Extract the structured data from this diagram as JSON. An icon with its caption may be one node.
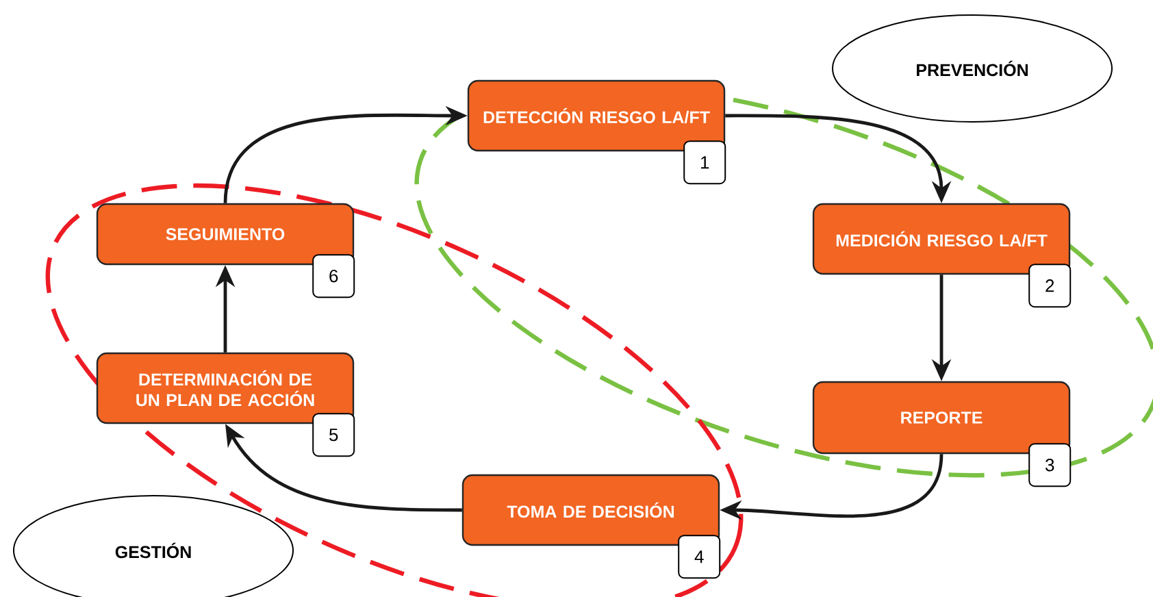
{
  "diagram": {
    "nodes": [
      {
        "text": [
          "DETECCIÓN RIESGO LA/FT",
          "1"
        ]
      },
      {
        "text": [
          "MEDICIÓN RIESGO LA/FT",
          "2"
        ]
      },
      {
        "text": [
          "REPORTE",
          "3"
        ]
      },
      {
        "text": [
          "TOMA DE DECISIÓN",
          "4"
        ]
      },
      {
        "text": [
          "DETERMINACIÓN DE UN PLAN DE ACCIÓN",
          "5"
        ]
      },
      {
        "text": [
          "SEGUIMIENTO",
          "6"
        ]
      },
      {
        "text": [
          "PREVENCIÓN"
        ]
      },
      {
        "text": [
          "GESTIÓN"
        ]
      }
    ],
    "edges": [
      {
        "from": 0,
        "to": 1,
        "arrow": "to"
      },
      {
        "from": 1,
        "to": 2,
        "arrow": "to"
      },
      {
        "from": 2,
        "to": 3,
        "arrow": "to"
      },
      {
        "from": 3,
        "to": 4,
        "arrow": "to"
      },
      {
        "from": 4,
        "to": 5,
        "arrow": "to"
      },
      {
        "from": 5,
        "to": 0,
        "arrow": "to"
      }
    ]
  }
}
